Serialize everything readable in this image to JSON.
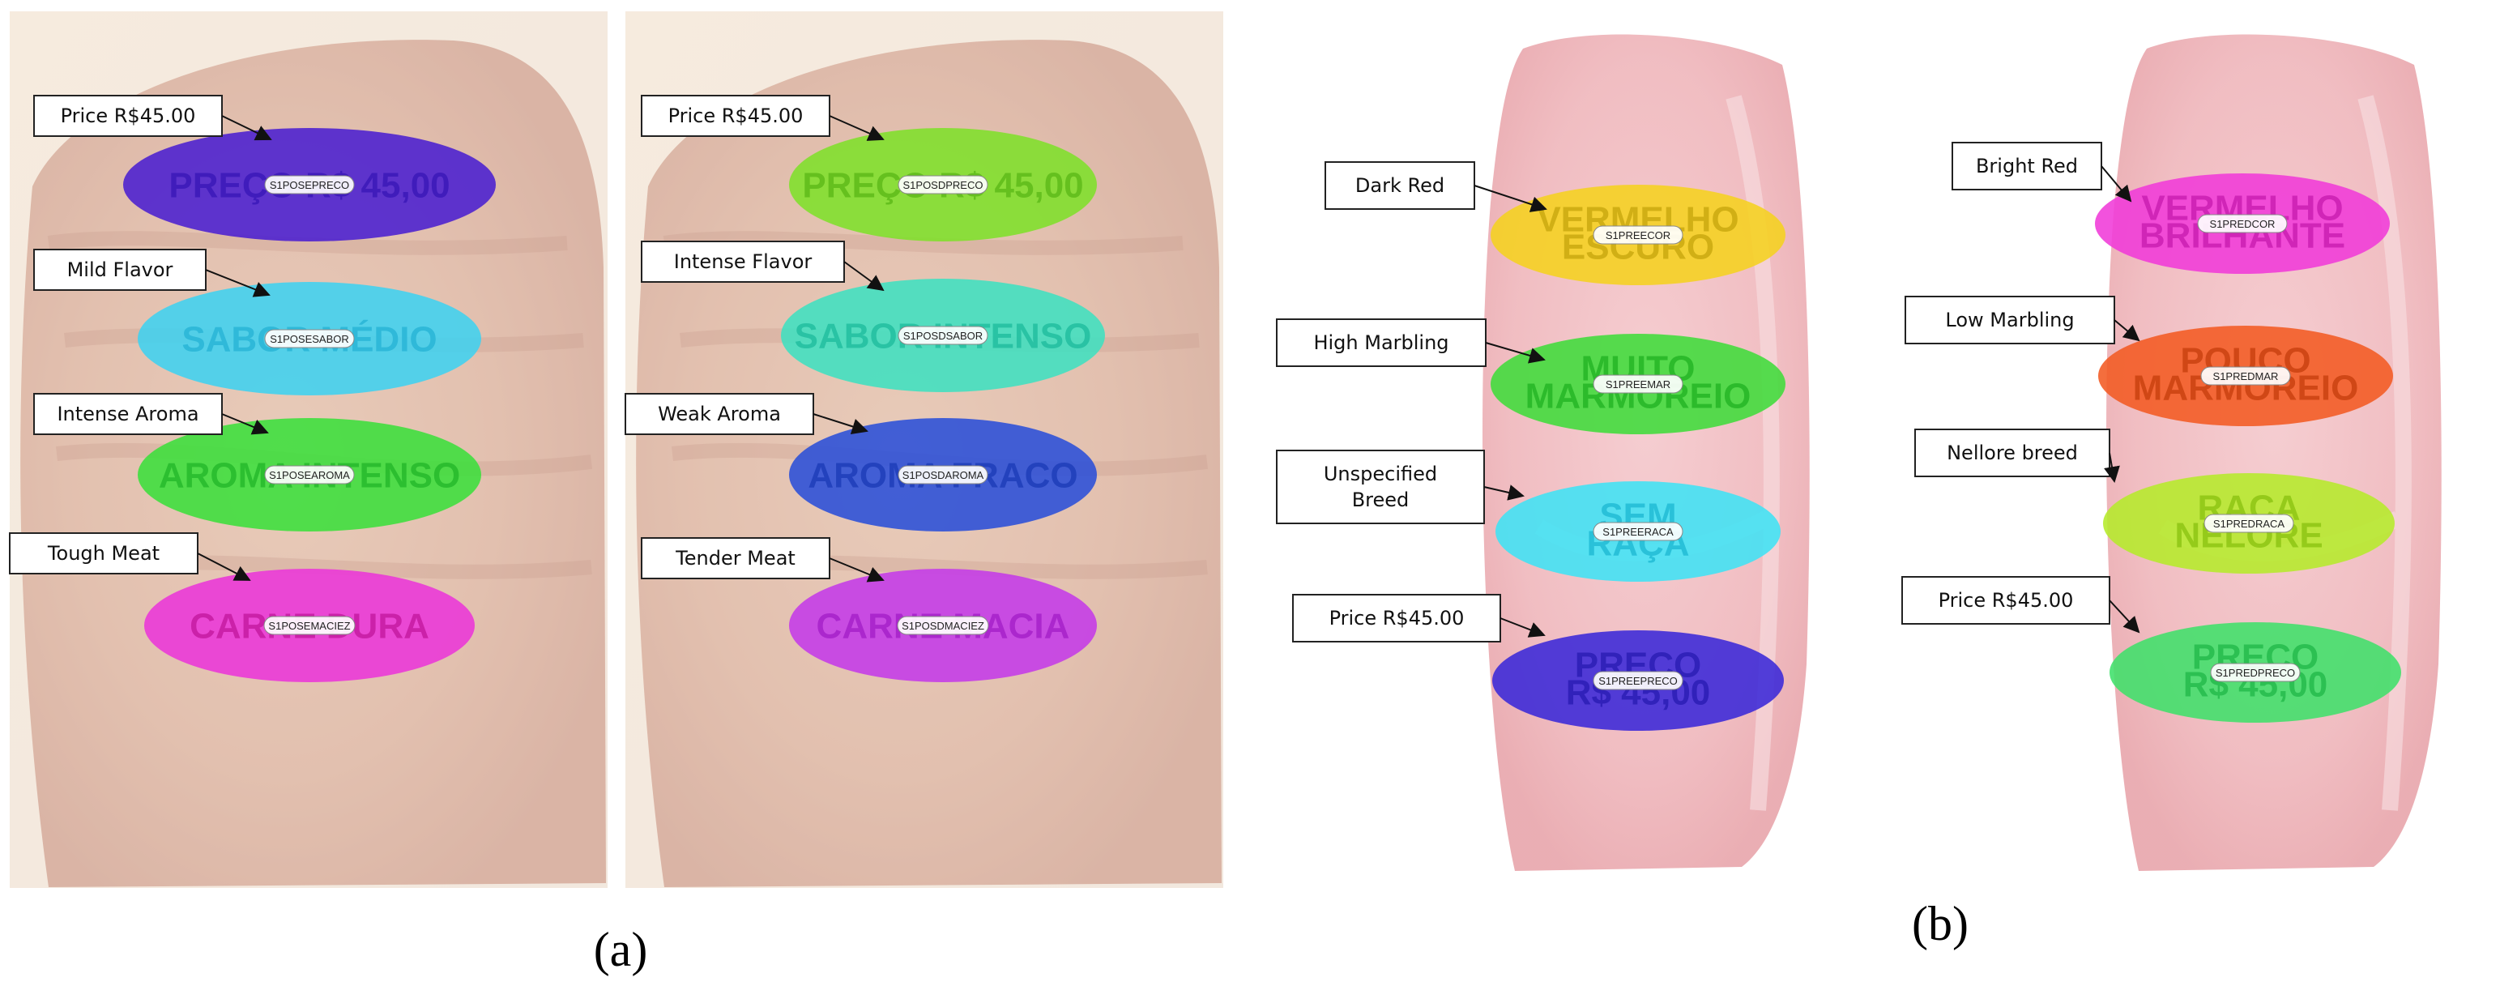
{
  "captions": {
    "a": "(a)",
    "b": "(b)"
  },
  "panels": [
    {
      "id": "a-left",
      "photo": "steak",
      "aois": [
        {
          "label": "Price R$45.00",
          "big": "PREÇO R$ 45,00",
          "tag": "S1POSEPRECO",
          "color": "#4a1fd0",
          "text_color": "#3a17b8"
        },
        {
          "label": "Mild Flavor",
          "big": "SABOR MÉDIO",
          "tag": "S1POSESABOR",
          "color": "#3fd2f0",
          "text_color": "#27b4d6"
        },
        {
          "label": "Intense Aroma",
          "big": "AROMA INTENSO",
          "tag": "S1POSEAROMA",
          "color": "#3bdf3b",
          "text_color": "#24b82a"
        },
        {
          "label": "Tough Meat",
          "big": "CARNE DURA",
          "tag": "S1POSEMACIEZ",
          "color": "#ea36d8",
          "text_color": "#c4189f"
        }
      ]
    },
    {
      "id": "a-right",
      "photo": "steak",
      "aois": [
        {
          "label": "Price R$45.00",
          "big": "PREÇO R$ 45,00",
          "tag": "S1POSDPRECO",
          "color": "#7ee02a",
          "text_color": "#5cba18"
        },
        {
          "label": "Intense Flavor",
          "big": "SABOR INTENSO",
          "tag": "S1POSDSABOR",
          "color": "#3fe0c0",
          "text_color": "#1fbd9e"
        },
        {
          "label": "Weak Aroma",
          "big": "AROMA FRACO",
          "tag": "S1POSDAROMA",
          "color": "#2a4fd8",
          "text_color": "#1c3cb8"
        },
        {
          "label": "Tender Meat",
          "big": "CARNE MACIA",
          "tag": "S1POSDMACIEZ",
          "color": "#c43ae8",
          "text_color": "#a41fc8"
        }
      ]
    },
    {
      "id": "b-left",
      "photo": "raw-cut",
      "aois": [
        {
          "label": "Dark Red",
          "big": "VERMELHO ESCURO",
          "tag": "S1PREECOR",
          "color": "#f5d21f",
          "text_color": "#c9a80e"
        },
        {
          "label": "High Marbling",
          "big": "MUITO MARMOREIO",
          "tag": "S1PREEMAR",
          "color": "#3fdc3a",
          "text_color": "#22b424"
        },
        {
          "label": "Unspecified Breed",
          "big": "SEM RAÇA",
          "tag": "S1PREERACA",
          "color": "#3fe2f5",
          "text_color": "#1fbad4"
        },
        {
          "label": "Price R$45.00",
          "big": "PREÇO R$ 45,00",
          "tag": "S1PREEPRECO",
          "color": "#3a28d8",
          "text_color": "#2a1cb4"
        }
      ]
    },
    {
      "id": "b-right",
      "photo": "raw-cut",
      "aois": [
        {
          "label": "Bright Red",
          "big": "VERMELHO BRILHANTE",
          "tag": "S1PREDCOR",
          "color": "#f03ad8",
          "text_color": "#c81cb0"
        },
        {
          "label": "Low Marbling",
          "big": "POUCO MARMOREIO",
          "tag": "S1PREDMAR",
          "color": "#f25a22",
          "text_color": "#c8400e"
        },
        {
          "label": "Nellore breed",
          "big": "RAÇA NELORE",
          "tag": "S1PREDRACA",
          "color": "#b5ea2a",
          "text_color": "#8cc412"
        },
        {
          "label": "Price R$45.00",
          "big": "PREÇO R$ 45,00",
          "tag": "S1PREDPRECO",
          "color": "#3fe06a",
          "text_color": "#22ba4a"
        }
      ]
    }
  ]
}
